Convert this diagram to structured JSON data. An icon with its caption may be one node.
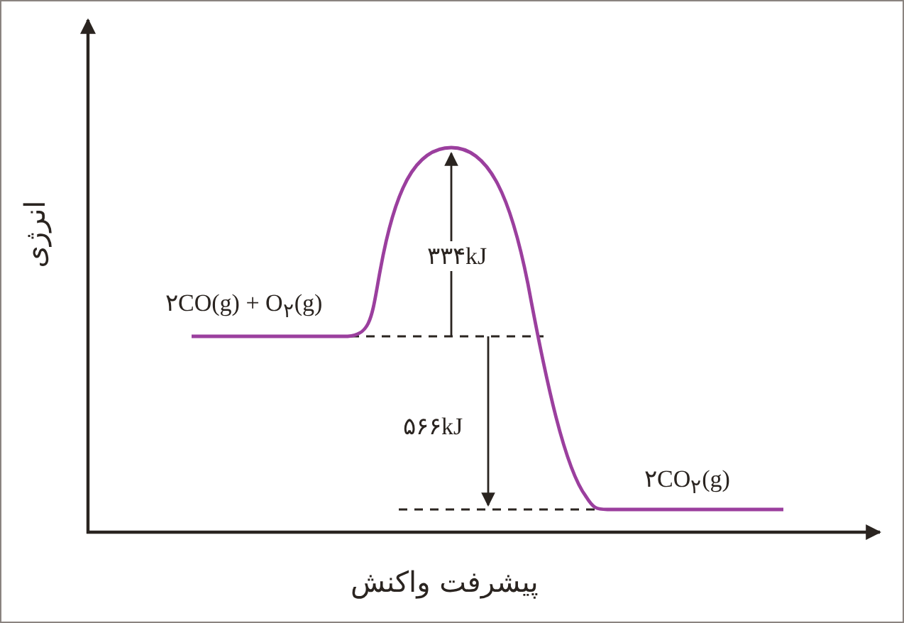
{
  "diagram": {
    "labels": [
      "انرژی",
      "۲CO(g) + O$_{۲}$(g)",
      "۳۳۴kJ",
      "۵۶۶kJ",
      "۲CO$_{۲}$(g)",
      "پیشرفت واکنش"
    ]
  }
}
